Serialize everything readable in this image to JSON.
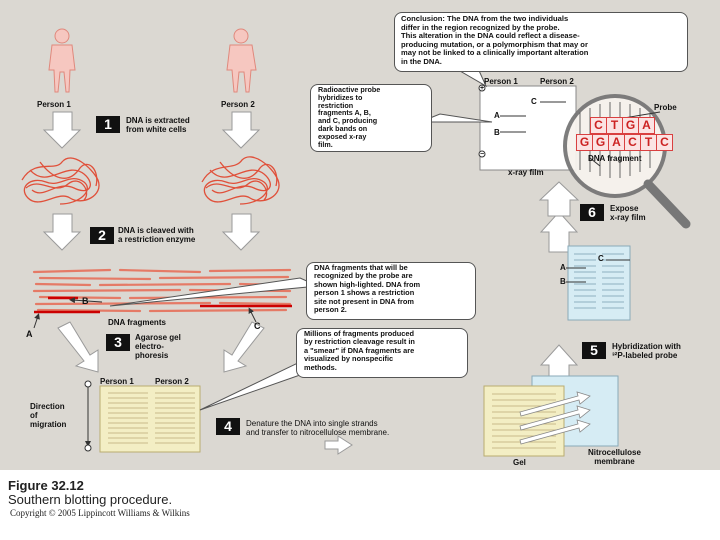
{
  "labels": {
    "person1_top": "Person 1",
    "person2_top": "Person 2",
    "dna_fragments": "DNA fragments",
    "frag_a": "A",
    "frag_b": "B",
    "frag_c": "C",
    "gel_person1": "Person 1",
    "gel_person2": "Person 2",
    "direction": "Direction\nof\nmigration",
    "film_person1": "Person 1",
    "film_person2": "Person 2",
    "film_a": "A",
    "film_b": "B",
    "film_c": "C",
    "xray_film": "x-ray film",
    "probe": "Probe",
    "dna_fragment": "DNA fragment",
    "blot_a": "A",
    "blot_b": "B",
    "blot_c": "C",
    "gel": "Gel",
    "nitrocellulose": "Nitrocellulose\nmembrane",
    "plus_sign": "+",
    "minus_sign": "−"
  },
  "probe_sequences": {
    "top": [
      "C",
      "T",
      "G",
      "A"
    ],
    "bottom": [
      "G",
      "G",
      "A",
      "C",
      "T",
      "C"
    ]
  },
  "steps": [
    {
      "number": "1",
      "text": "DNA is extracted\nfrom white cells"
    },
    {
      "number": "2",
      "text": "DNA is cleaved with\na restriction enzyme"
    },
    {
      "number": "3",
      "text": "Agarose gel\nelectro-\nphoresis"
    },
    {
      "number": "4",
      "text": "Denature the DNA into single strands\nand transfer to nitrocellulose membrane."
    },
    {
      "number": "5",
      "text": "Hybridization with\n³²P-labeled probe"
    },
    {
      "number": "6",
      "text": "Expose\nx-ray film"
    }
  ],
  "callouts": {
    "conclusion": "Conclusion: The DNA from the two individuals\ndiffer in the region recognized by the probe.\nThis alteration in the DNA could reflect a disease-\nproducing mutation, or a polymorphism that may or\nmay not be linked to a clinically important alteration\nin the DNA.",
    "radioactive": "Radioactive probe\nhybridizes to\nrestriction\nfragments A, B,\nand C, producing\ndark bands on\nexposed x-ray\nfilm.",
    "fragments": "DNA fragments that will be\nrecognized by the probe are\nshown high-lighted. DNA from\nperson 1 shows a restriction\nsite not present in DNA from\nperson 2.",
    "millions": "Millions of fragments produced\nby restriction cleavage result in\na \"smear\" if DNA fragments are\nvisualized by nonspecific\nmethods."
  },
  "caption": {
    "figure_number": "Figure 32.12",
    "title": "Southern blotting procedure.",
    "copyright": "Copyright © 2005 Lippincott Williams & Wilkins"
  },
  "colors": {
    "background": "#dbd8d2",
    "dna": "#e0503a",
    "highlight": "#cc0000",
    "film_blue": "#d6ecf4",
    "gel_yellow": "#f3eec4"
  }
}
